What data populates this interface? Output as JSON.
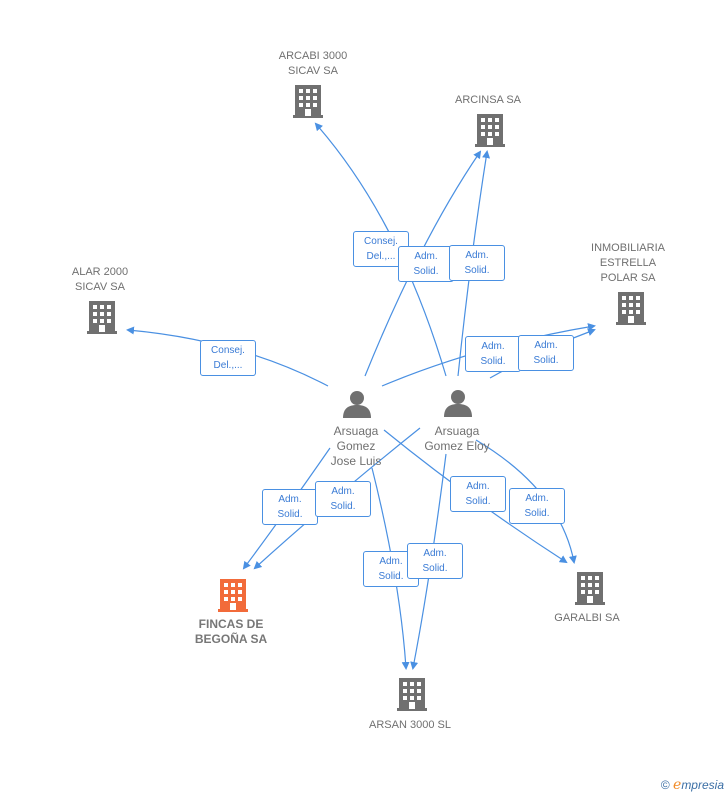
{
  "nodes": {
    "arcabi": {
      "line1": "ARCABI 3000",
      "line2": "SICAV SA"
    },
    "arcinsa": {
      "line1": "ARCINSA SA"
    },
    "alar": {
      "line1": "ALAR 2000",
      "line2": "SICAV SA"
    },
    "inmobiliaria": {
      "line1": "INMOBILIARIA",
      "line2": "ESTRELLA",
      "line3": "POLAR SA"
    },
    "jose_luis": {
      "line1": "Arsuaga",
      "line2": "Gomez",
      "line3": "Jose Luis"
    },
    "eloy": {
      "line1": "Arsuaga",
      "line2": "Gomez Eloy"
    },
    "fincas": {
      "line1": "FINCAS DE",
      "line2": "BEGOÑA SA"
    },
    "garalbi": {
      "line1": "GARALBI SA"
    },
    "arsan": {
      "line1": "ARSAN 3000 SL"
    }
  },
  "edge_labels": {
    "consej1": {
      "line1": "Consej.",
      "line2": "Del.,..."
    },
    "adm1": {
      "line1": "Adm.",
      "line2": "Solid."
    },
    "adm2": {
      "line1": "Adm.",
      "line2": "Solid."
    },
    "consej2": {
      "line1": "Consej.",
      "line2": "Del.,..."
    },
    "adm3": {
      "line1": "Adm.",
      "line2": "Solid."
    },
    "adm4": {
      "line1": "Adm.",
      "line2": "Solid."
    },
    "adm5": {
      "line1": "Adm.",
      "line2": "Solid."
    },
    "adm6": {
      "line1": "Adm.",
      "line2": "Solid."
    },
    "adm7": {
      "line1": "Adm.",
      "line2": "Solid."
    },
    "adm8": {
      "line1": "Adm.",
      "line2": "Solid."
    },
    "adm9": {
      "line1": "Adm.",
      "line2": "Solid."
    },
    "adm10": {
      "line1": "Adm.",
      "line2": "Solid."
    }
  },
  "footer": {
    "copyright": "©",
    "brand_initial": "e",
    "brand_rest": "mpresia"
  },
  "colors": {
    "edge": "#4a90e2",
    "building": "#707070",
    "main_building": "#f26b3a",
    "person": "#707070"
  }
}
